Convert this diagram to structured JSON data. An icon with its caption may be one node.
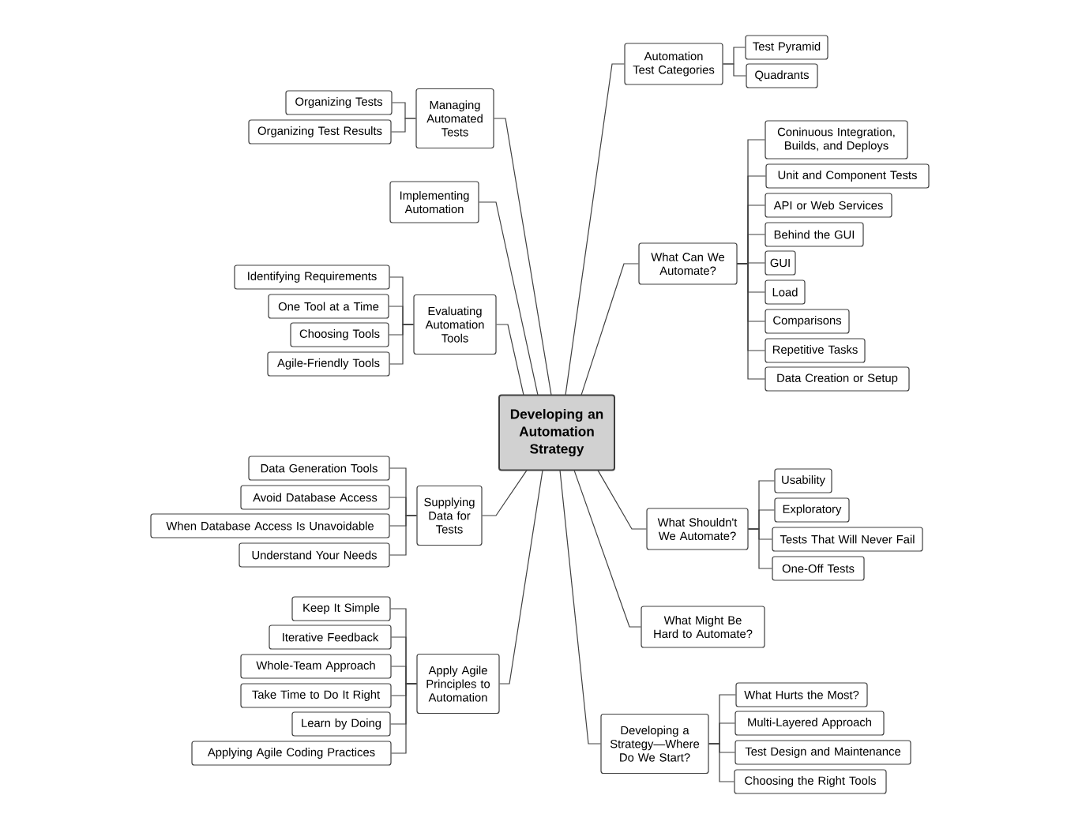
{
  "diagram": {
    "nodes": [
      {
        "text": [
          "Developing an Automation Strategy"
        ]
      },
      {
        "text": [
          "Automation Test Categories"
        ]
      },
      {
        "text": [
          "Test Pyramid"
        ]
      },
      {
        "text": [
          "Quadrants"
        ]
      },
      {
        "text": [
          "Managing Automated Tests"
        ]
      },
      {
        "text": [
          "Organizing Tests"
        ]
      },
      {
        "text": [
          "Organizing Test Results"
        ]
      },
      {
        "text": [
          "Implementing Automation"
        ]
      },
      {
        "text": [
          "What Can We Automate?"
        ]
      },
      {
        "text": [
          "Coninuous Integration, Builds, and Deploys"
        ]
      },
      {
        "text": [
          "Unit and Component Tests"
        ]
      },
      {
        "text": [
          "API or Web Services"
        ]
      },
      {
        "text": [
          "Behind the GUI"
        ]
      },
      {
        "text": [
          "GUI"
        ]
      },
      {
        "text": [
          "Load"
        ]
      },
      {
        "text": [
          "Comparisons"
        ]
      },
      {
        "text": [
          "Repetitive Tasks"
        ]
      },
      {
        "text": [
          "Data Creation or Setup"
        ]
      },
      {
        "text": [
          "Evaluating Automation Tools"
        ]
      },
      {
        "text": [
          "Identifying Requirements"
        ]
      },
      {
        "text": [
          "One Tool at a Time"
        ]
      },
      {
        "text": [
          "Choosing Tools"
        ]
      },
      {
        "text": [
          "Agile-Friendly Tools"
        ]
      },
      {
        "text": [
          "Supplying Data for Tests"
        ]
      },
      {
        "text": [
          "Data Generation Tools"
        ]
      },
      {
        "text": [
          "Avoid Database Access"
        ]
      },
      {
        "text": [
          "When Database Access Is Unavoidable"
        ]
      },
      {
        "text": [
          "Understand Your Needs"
        ]
      },
      {
        "text": [
          "What Shouldn't We Automate?"
        ]
      },
      {
        "text": [
          "Usability"
        ]
      },
      {
        "text": [
          "Exploratory"
        ]
      },
      {
        "text": [
          "Tests That Will Never Fail"
        ]
      },
      {
        "text": [
          "One-Off Tests"
        ]
      },
      {
        "text": [
          "Apply Agile Principles to Automation"
        ]
      },
      {
        "text": [
          "Keep It Simple"
        ]
      },
      {
        "text": [
          "Iterative Feedback"
        ]
      },
      {
        "text": [
          "Whole-Team Approach"
        ]
      },
      {
        "text": [
          "Take Time to Do It Right"
        ]
      },
      {
        "text": [
          "Learn by Doing"
        ]
      },
      {
        "text": [
          "Applying Agile Coding Practices"
        ]
      },
      {
        "text": [
          "What Might Be Hard to Automate?"
        ]
      },
      {
        "text": [
          "Developing a Strategy—Where Do We Start?"
        ]
      },
      {
        "text": [
          "What Hurts the Most?"
        ]
      },
      {
        "text": [
          "Multi-Layered Approach"
        ]
      },
      {
        "text": [
          "Test Design and Maintenance"
        ]
      },
      {
        "text": [
          "Choosing the Right Tools"
        ]
      }
    ],
    "edges": [
      {
        "from": 0,
        "to": 1,
        "arrow": "none"
      },
      {
        "from": 1,
        "to": 2,
        "arrow": "none"
      },
      {
        "from": 1,
        "to": 3,
        "arrow": "none"
      },
      {
        "from": 0,
        "to": 4,
        "arrow": "none"
      },
      {
        "from": 4,
        "to": 5,
        "arrow": "none"
      },
      {
        "from": 4,
        "to": 6,
        "arrow": "none"
      },
      {
        "from": 0,
        "to": 7,
        "arrow": "none"
      },
      {
        "from": 0,
        "to": 8,
        "arrow": "none"
      },
      {
        "from": 8,
        "to": 9,
        "arrow": "none"
      },
      {
        "from": 8,
        "to": 10,
        "arrow": "none"
      },
      {
        "from": 8,
        "to": 11,
        "arrow": "none"
      },
      {
        "from": 8,
        "to": 12,
        "arrow": "none"
      },
      {
        "from": 8,
        "to": 13,
        "arrow": "none"
      },
      {
        "from": 8,
        "to": 14,
        "arrow": "none"
      },
      {
        "from": 8,
        "to": 15,
        "arrow": "none"
      },
      {
        "from": 8,
        "to": 16,
        "arrow": "none"
      },
      {
        "from": 8,
        "to": 17,
        "arrow": "none"
      },
      {
        "from": 0,
        "to": 18,
        "arrow": "none"
      },
      {
        "from": 18,
        "to": 19,
        "arrow": "none"
      },
      {
        "from": 18,
        "to": 20,
        "arrow": "none"
      },
      {
        "from": 18,
        "to": 21,
        "arrow": "none"
      },
      {
        "from": 18,
        "to": 22,
        "arrow": "none"
      },
      {
        "from": 0,
        "to": 23,
        "arrow": "none"
      },
      {
        "from": 23,
        "to": 24,
        "arrow": "none"
      },
      {
        "from": 23,
        "to": 25,
        "arrow": "none"
      },
      {
        "from": 23,
        "to": 26,
        "arrow": "none"
      },
      {
        "from": 23,
        "to": 27,
        "arrow": "none"
      },
      {
        "from": 0,
        "to": 28,
        "arrow": "none"
      },
      {
        "from": 28,
        "to": 29,
        "arrow": "none"
      },
      {
        "from": 28,
        "to": 30,
        "arrow": "none"
      },
      {
        "from": 28,
        "to": 31,
        "arrow": "none"
      },
      {
        "from": 28,
        "to": 32,
        "arrow": "none"
      },
      {
        "from": 0,
        "to": 33,
        "arrow": "none"
      },
      {
        "from": 33,
        "to": 34,
        "arrow": "none"
      },
      {
        "from": 33,
        "to": 35,
        "arrow": "none"
      },
      {
        "from": 33,
        "to": 36,
        "arrow": "none"
      },
      {
        "from": 33,
        "to": 37,
        "arrow": "none"
      },
      {
        "from": 33,
        "to": 38,
        "arrow": "none"
      },
      {
        "from": 33,
        "to": 39,
        "arrow": "none"
      },
      {
        "from": 0,
        "to": 40,
        "arrow": "none"
      },
      {
        "from": 0,
        "to": 41,
        "arrow": "none"
      },
      {
        "from": 41,
        "to": 42,
        "arrow": "none"
      },
      {
        "from": 41,
        "to": 43,
        "arrow": "none"
      },
      {
        "from": 41,
        "to": 44,
        "arrow": "none"
      },
      {
        "from": 41,
        "to": 45,
        "arrow": "none"
      }
    ]
  }
}
